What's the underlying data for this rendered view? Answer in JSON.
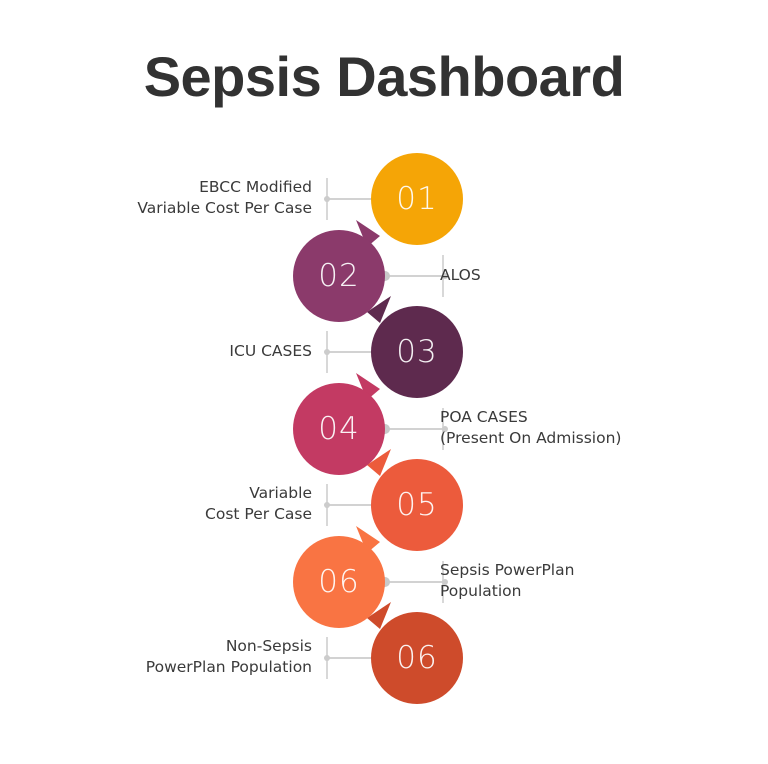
{
  "page": {
    "title": "Sepsis Dashboard",
    "title_color": "#323232",
    "background_color": "#ffffff",
    "connector_color": "#d2d2d2",
    "label_color": "#3a3a3a"
  },
  "steps": [
    {
      "number": "01",
      "label": "EBCC Modified\nVariable Cost Per Case",
      "color": "#F5A506",
      "side": "right",
      "lines": 2
    },
    {
      "number": "02",
      "label": "ALOS",
      "color": "#8B3A6B",
      "side": "left",
      "lines": 1
    },
    {
      "number": "03",
      "label": "ICU CASES",
      "color": "#5E2A4E",
      "side": "right",
      "lines": 1
    },
    {
      "number": "04",
      "label": "POA CASES\n(Present On Admission)",
      "color": "#C33A63",
      "side": "left",
      "lines": 2
    },
    {
      "number": "05",
      "label": "Variable\nCost Per Case",
      "color": "#EC5B3C",
      "side": "right",
      "lines": 2
    },
    {
      "number": "06",
      "label": "Sepsis PowerPlan\nPopulation",
      "color": "#F97443",
      "side": "left",
      "lines": 2
    },
    {
      "number": "06",
      "label": "Non-Sepsis\nPowerPlan Population",
      "color": "#CE4B2B",
      "side": "right",
      "lines": 2
    }
  ]
}
